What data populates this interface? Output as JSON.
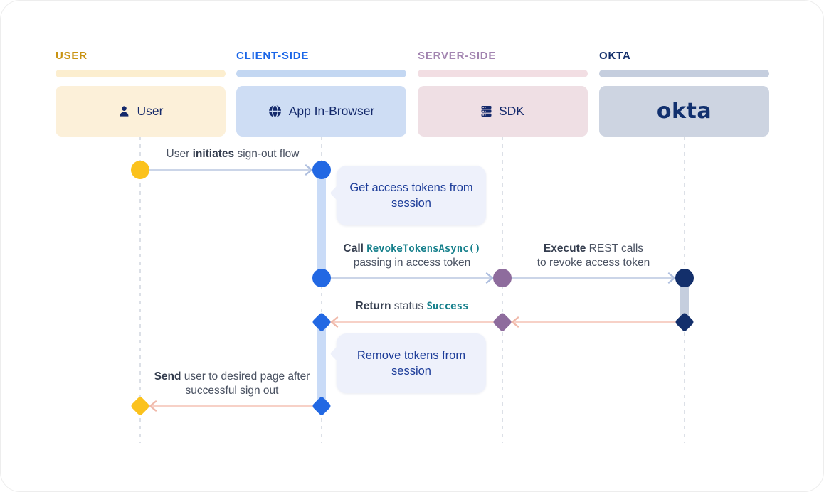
{
  "diagram_title": "okta-sign-out-sequence",
  "columns": [
    {
      "label": "USER",
      "box_label": "User",
      "icon": "person-icon",
      "label_color": "#C99312",
      "bar_color": "#FCEECF",
      "box_color": "#FCF0D9"
    },
    {
      "label": "CLIENT-SIDE",
      "box_label": "App In-Browser",
      "icon": "globe-icon",
      "label_color": "#1A66E8",
      "bar_color": "#C3D7F2",
      "box_color": "#CEDDF4"
    },
    {
      "label": "SERVER-SIDE",
      "box_label": "SDK",
      "icon": "server-icon",
      "label_color": "#A284B0",
      "bar_color": "#F2DEE3",
      "box_color": "#EFDFE4"
    },
    {
      "label": "OKTA",
      "box_label": "okta",
      "icon": "okta-logo",
      "label_color": "#132F6B",
      "bar_color": "#C5CEDE",
      "box_color": "#CDD4E1"
    }
  ],
  "messages": {
    "m1": {
      "pre": "User ",
      "bold": "initiates",
      "post": " sign-out flow"
    },
    "m2": {
      "bold": "Call ",
      "code": "RevokeTokensAsync()",
      "line2": "passing in access token"
    },
    "m3": {
      "bold": "Execute",
      "rest": " REST calls",
      "line2": "to revoke access token"
    },
    "m4": {
      "bold": "Return",
      "mid": " status ",
      "code": "Success"
    },
    "m5": {
      "bold": "Send",
      "rest": " user to desired page after",
      "line2": "successful sign out"
    }
  },
  "notes": {
    "n1": "Get access tokens from session",
    "n2": "Remove tokens from session"
  },
  "node_colors": {
    "user": "#FBC21D",
    "client": "#2268E3",
    "server": "#8E6C9D",
    "okta": "#132F6B"
  },
  "arrow_colors": {
    "forward": "#CBD5E8",
    "forward_head": "#AFBFDF",
    "return": "#F7D1C7",
    "return_head": "#F0B9AA"
  }
}
